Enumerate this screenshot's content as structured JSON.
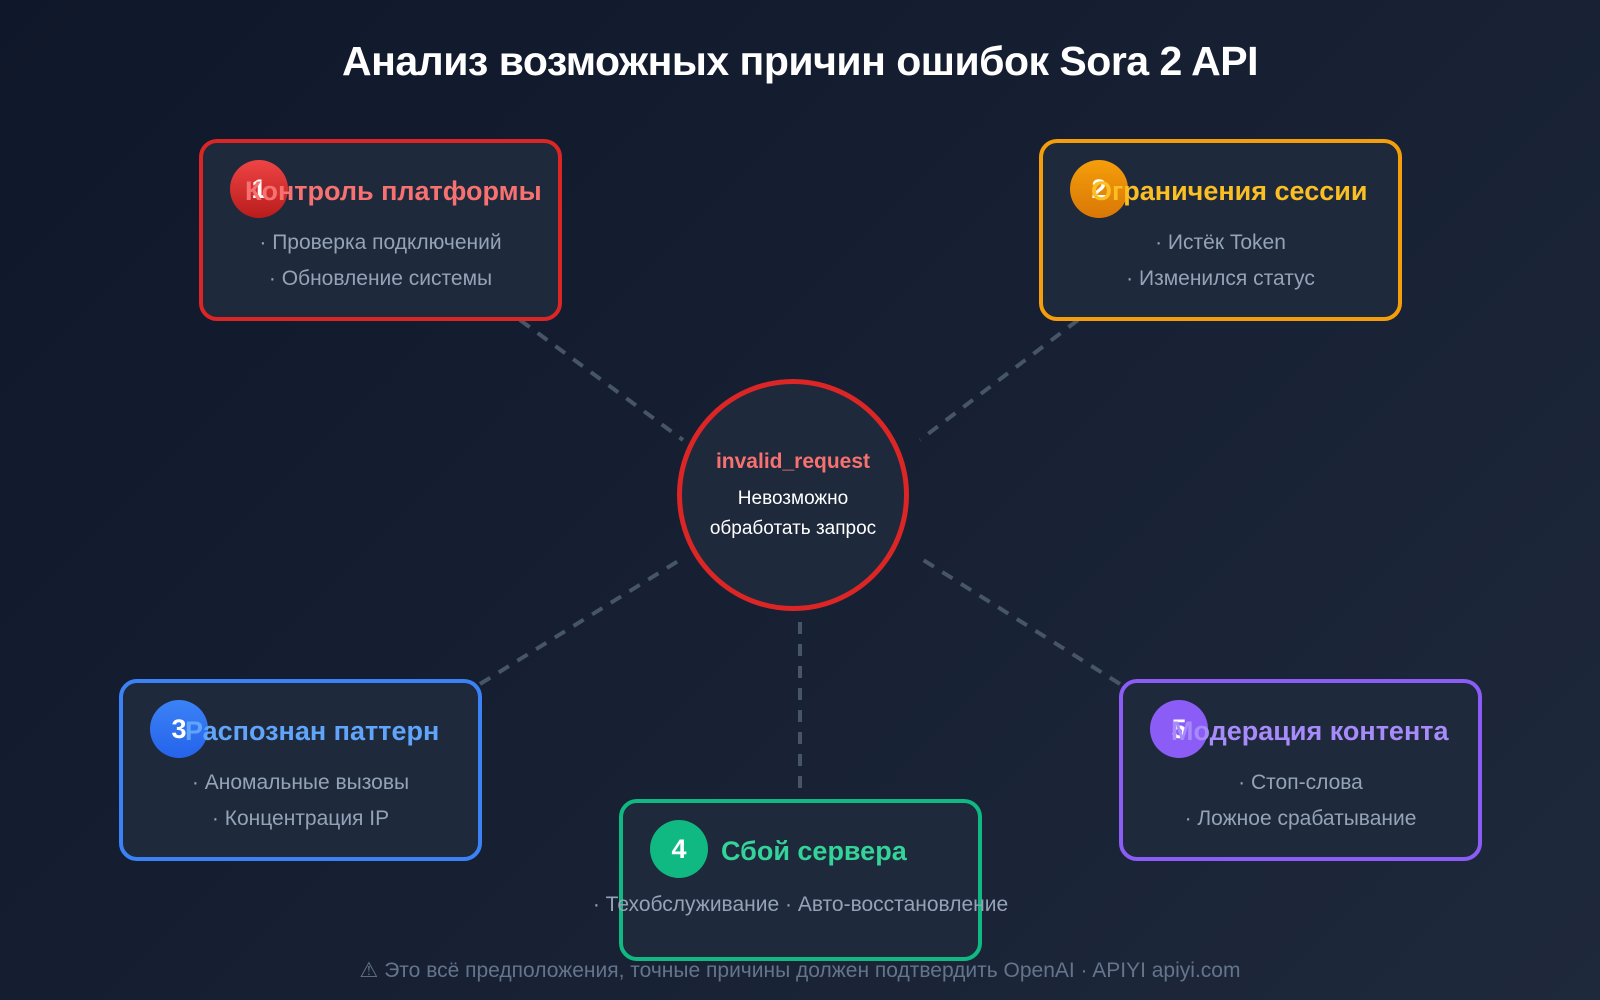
{
  "title": "Анализ возможных причин ошибок Sora 2 API",
  "center": {
    "code": "invalid_request",
    "description_line1": "Невозможно",
    "description_line2": "обработать запрос",
    "border_color": "#dc2626"
  },
  "causes": [
    {
      "number": "1",
      "title": "Контроль платформы",
      "items": [
        "· Проверка подключений",
        "· Обновление системы"
      ],
      "color": "#dc2626",
      "title_color": "#f87171"
    },
    {
      "number": "2",
      "title": "Ограничения сессии",
      "items": [
        "· Истёк Token",
        "· Изменился статус"
      ],
      "color": "#f59e0b",
      "title_color": "#fbbf24"
    },
    {
      "number": "3",
      "title": "Распознан паттерн",
      "items": [
        "· Аномальные вызовы",
        "· Концентрация IP"
      ],
      "color": "#3b82f6",
      "title_color": "#60a5fa"
    },
    {
      "number": "4",
      "title": "Сбой сервера",
      "items": [
        "· Техобслуживание · Авто-восстановление"
      ],
      "color": "#10b981",
      "title_color": "#34d399"
    },
    {
      "number": "5",
      "title": "Модерация контента",
      "items": [
        "· Стоп-слова",
        "· Ложное срабатывание"
      ],
      "color": "#8b5cf6",
      "title_color": "#a78bfa"
    }
  ],
  "footer": "⚠ Это всё предположения, точные причины должен подтвердить OpenAI · APIYI apiyi.com"
}
